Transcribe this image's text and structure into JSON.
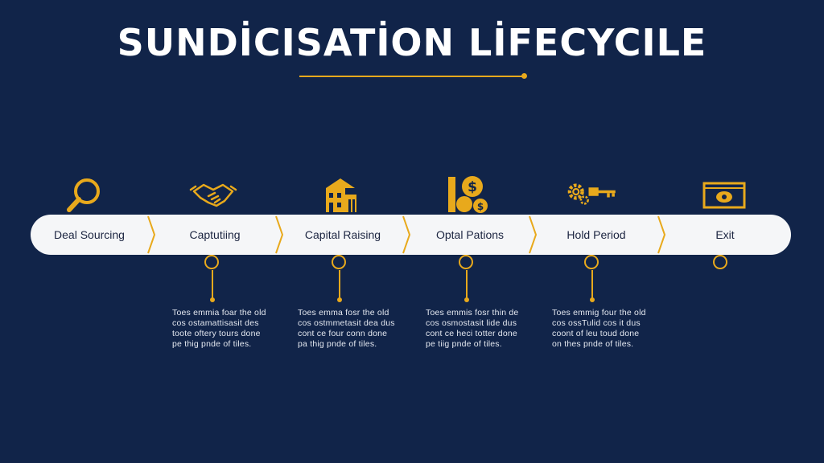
{
  "title": "SUNDİCISATİON LİFECYCILE",
  "colors": {
    "background": "#112449",
    "accent": "#e8a91c",
    "bar": "#f5f6f8",
    "text_dark": "#1b2440"
  },
  "stages": [
    {
      "label": "Deal Sourcing",
      "icon": "magnifier-icon"
    },
    {
      "label": "Captutiing",
      "icon": "handshake-icon"
    },
    {
      "label": "Capital Raising",
      "icon": "building-icon"
    },
    {
      "label": "Optal Pations",
      "icon": "coins-icon"
    },
    {
      "label": "Hold Period",
      "icon": "gear-key-icon"
    },
    {
      "label": "Exit",
      "icon": "banknote-icon"
    }
  ],
  "descriptions": [
    "Toes emmia foar the old\ncos ostamattisasit des\ntoote oftery tours done\npe thig pnde of tiles.",
    "Toes emma fosr the old\ncos ostmmetasit dea dus\ncont ce four conn done\npa thig pnde of tiles.",
    "Toes emmis fosr thin de\ncos osmostasit lide dus\ncont ce heci totter done\npe tiig pnde of tiles.",
    "Toes emmig four the old\ncos ossTulid cos it dus\ncoont of leu toud done\non thes pnde of tiles."
  ]
}
